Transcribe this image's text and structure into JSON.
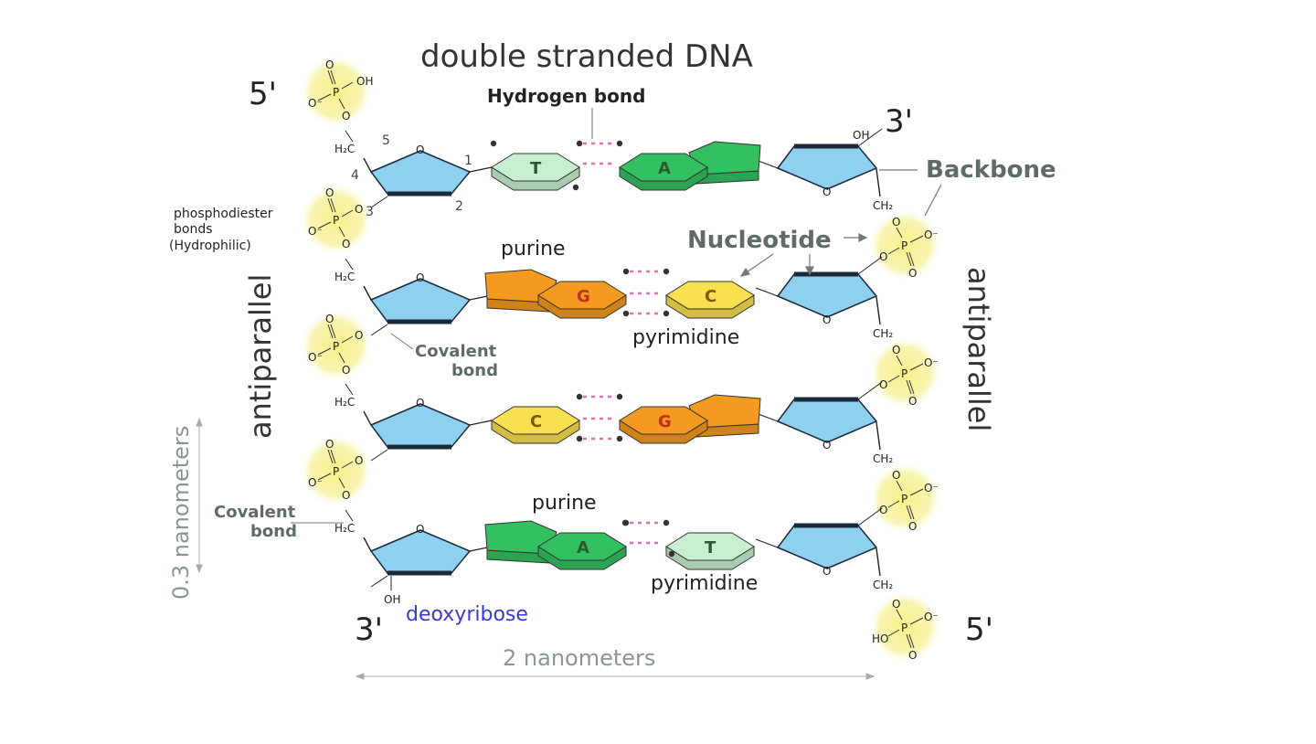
{
  "title": "double stranded DNA",
  "ends": {
    "top_left": "5'",
    "top_right": "3'",
    "bottom_left": "3'",
    "bottom_right": "5'"
  },
  "labels": {
    "hydrogen_bond": "Hydrogen bond",
    "backbone": "Backbone",
    "nucleotide": "Nucleotide",
    "phosphodiester_line1": "phosphodiester",
    "phosphodiester_line2": "bonds",
    "phosphodiester_line3": "(Hydrophilic)",
    "covalent_bond_1_line1": "Covalent",
    "covalent_bond_1_line2": "bond",
    "covalent_bond_2_line1": "Covalent",
    "covalent_bond_2_line2": "bond",
    "purine_1": "purine",
    "pyrimidine_1": "pyrimidine",
    "purine_2": "purine",
    "pyrimidine_2": "pyrimidine",
    "deoxyribose": "deoxyribose",
    "antiparallel_left": "antiparallel",
    "antiparallel_right": "antiparallel",
    "measure_vertical": "0.3 nanometers",
    "measure_horizontal": "2 nanometers"
  },
  "carbon_numbers": [
    "1",
    "2",
    "3",
    "4",
    "5"
  ],
  "atoms": {
    "oh": "OH",
    "ho": "HO",
    "h2c": "H₂C",
    "ch2": "CH₂",
    "o": "O",
    "o_minus": "O⁻",
    "p": "P"
  },
  "base_pairs": [
    {
      "left": "T",
      "right": "A",
      "left_type": "pyrimidine",
      "right_type": "purine",
      "h_bonds": 2
    },
    {
      "left": "G",
      "right": "C",
      "left_type": "purine",
      "right_type": "pyrimidine",
      "h_bonds": 3
    },
    {
      "left": "C",
      "right": "G",
      "left_type": "pyrimidine",
      "right_type": "purine",
      "h_bonds": 3
    },
    {
      "left": "A",
      "right": "T",
      "left_type": "purine",
      "right_type": "pyrimidine",
      "h_bonds": 2
    }
  ],
  "colors": {
    "sugar": "#8fd0f0",
    "sugar_edge": "#1a2a3a",
    "phosphate_glow": "#f7f09a",
    "adenine": "#33c060",
    "thymine": "#c8f0d0",
    "guanine": "#f59a20",
    "cytosine": "#f8e050",
    "hbond": "#e070b0",
    "deoxyribose_text": "#3a3ad0",
    "label_grey": "#5f6b6b"
  }
}
